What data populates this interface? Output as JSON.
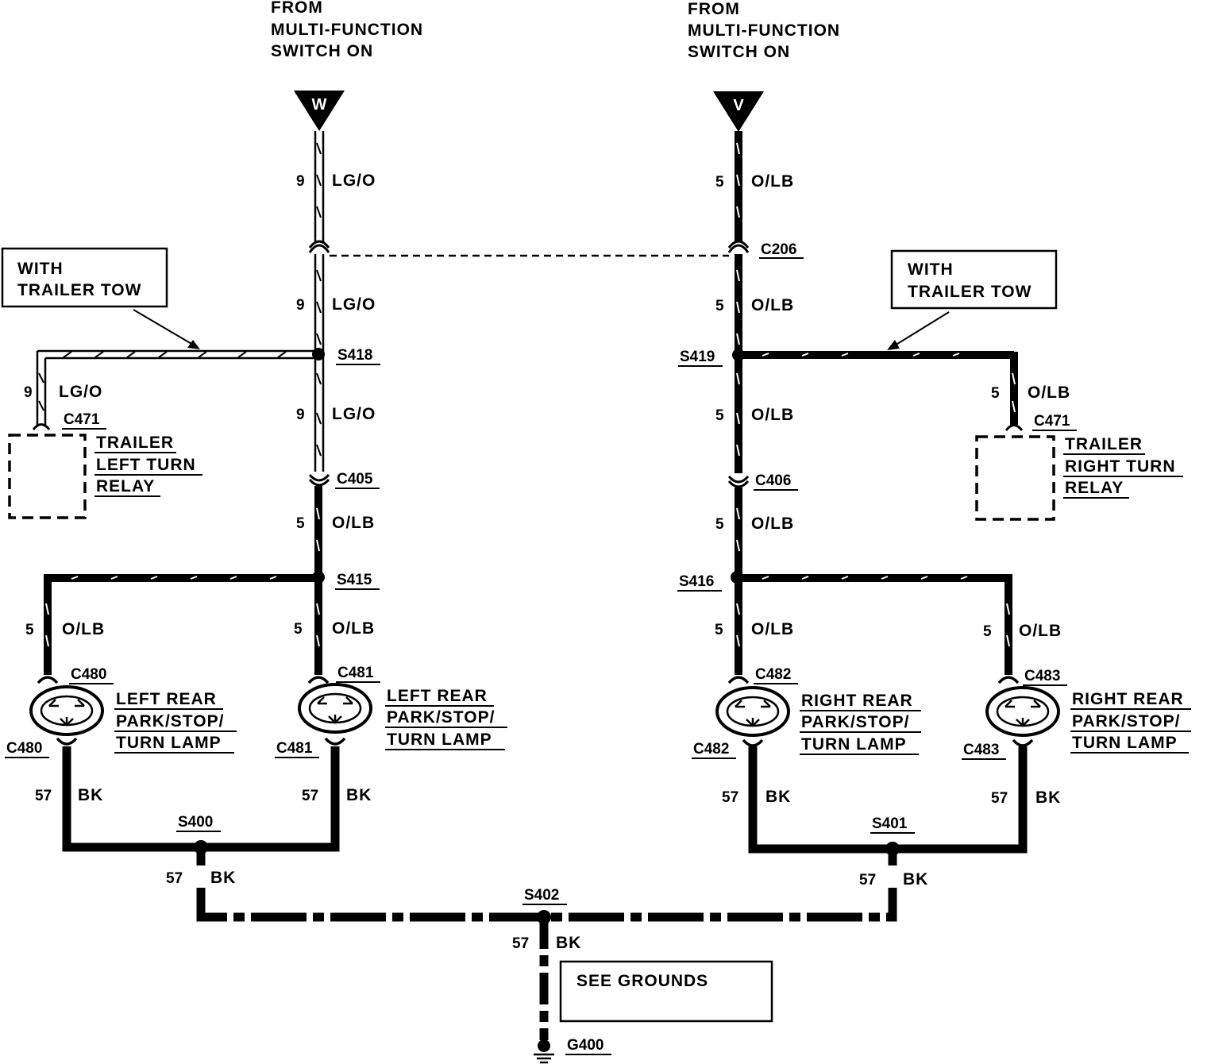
{
  "sources": {
    "left": {
      "lines": [
        "FROM",
        "MULTI-FUNCTION",
        "SWITCH ON"
      ],
      "terminal": "W"
    },
    "right": {
      "lines": [
        "FROM",
        "MULTI-FUNCTION",
        "SWITCH ON"
      ],
      "terminal": "V"
    }
  },
  "notes": {
    "trailer_tow_left": [
      "WITH",
      "TRAILER TOW"
    ],
    "trailer_tow_right": [
      "WITH",
      "TRAILER TOW"
    ],
    "see_grounds": "SEE GROUNDS"
  },
  "wire_labels": {
    "w1": {
      "num": "9",
      "color": "LG/O"
    },
    "w2": {
      "num": "9",
      "color": "LG/O"
    },
    "w3": {
      "num": "9",
      "color": "LG/O"
    },
    "w4": {
      "num": "9",
      "color": "LG/O"
    },
    "w5": {
      "num": "5",
      "color": "O/LB"
    },
    "w6": {
      "num": "5",
      "color": "O/LB"
    },
    "w7": {
      "num": "5",
      "color": "O/LB"
    },
    "v1": {
      "num": "5",
      "color": "O/LB"
    },
    "v2": {
      "num": "5",
      "color": "O/LB"
    },
    "v3": {
      "num": "5",
      "color": "O/LB"
    },
    "v4": {
      "num": "5",
      "color": "O/LB"
    },
    "v5": {
      "num": "5",
      "color": "O/LB"
    },
    "v6": {
      "num": "5",
      "color": "O/LB"
    },
    "v7": {
      "num": "5",
      "color": "O/LB"
    },
    "g1": {
      "num": "57",
      "color": "BK"
    },
    "g2": {
      "num": "57",
      "color": "BK"
    },
    "g3": {
      "num": "57",
      "color": "BK"
    },
    "g4": {
      "num": "57",
      "color": "BK"
    },
    "g5": {
      "num": "57",
      "color": "BK"
    },
    "g6": {
      "num": "57",
      "color": "BK"
    },
    "g7": {
      "num": "57",
      "color": "BK"
    }
  },
  "connectors": {
    "c206": "C206",
    "c405": "C405",
    "c406": "C406",
    "c471_left": "C471",
    "c471_right": "C471",
    "c480_top": "C480",
    "c480_bottom": "C480",
    "c481_top": "C481",
    "c481_bottom": "C481",
    "c482_top": "C482",
    "c482_bottom": "C482",
    "c483_top": "C483",
    "c483_bottom": "C483"
  },
  "splices": {
    "s418": "S418",
    "s419": "S419",
    "s415": "S415",
    "s416": "S416",
    "s400": "S400",
    "s401": "S401",
    "s402": "S402"
  },
  "ground": "G400",
  "relays": {
    "left": [
      "TRAILER",
      "LEFT TURN",
      "RELAY"
    ],
    "right": [
      "TRAILER",
      "RIGHT TURN",
      "RELAY"
    ]
  },
  "lamps": {
    "c480": [
      "LEFT REAR",
      "PARK/STOP/",
      "TURN LAMP"
    ],
    "c481": [
      "LEFT REAR",
      "PARK/STOP/",
      "TURN LAMP"
    ],
    "c482": [
      "RIGHT REAR",
      "PARK/STOP/",
      "TURN LAMP"
    ],
    "c483": [
      "RIGHT REAR",
      "PARK/STOP/",
      "TURN LAMP"
    ]
  }
}
